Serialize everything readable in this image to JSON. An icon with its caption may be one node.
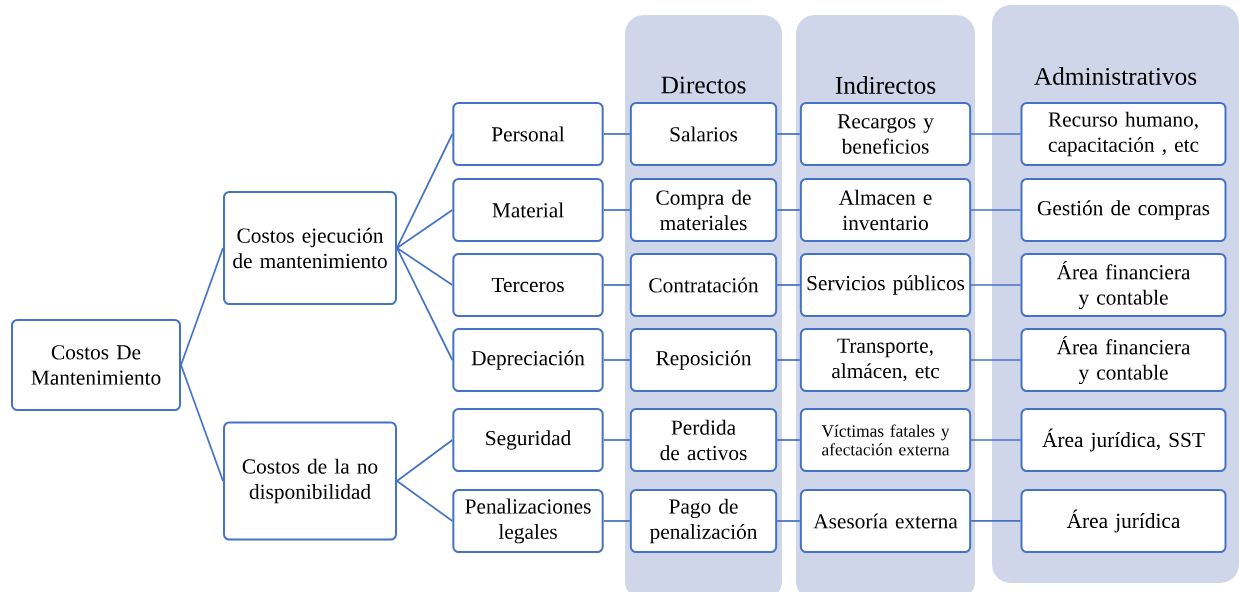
{
  "diagram": {
    "nodes": [
      {
        "text": [
          "Costos De Mantenimiento"
        ]
      },
      {
        "text": [
          "Costos ejecución de mantenimiento"
        ]
      },
      {
        "text": [
          "Costos de la no disponibilidad"
        ]
      },
      {
        "text": [
          "Personal"
        ]
      },
      {
        "text": [
          "Material"
        ]
      },
      {
        "text": [
          "Terceros"
        ]
      },
      {
        "text": [
          "Depreciación"
        ]
      },
      {
        "text": [
          "Seguridad"
        ]
      },
      {
        "text": [
          "Penalizaciones legales"
        ]
      },
      {
        "text": [
          "Directos"
        ]
      },
      {
        "text": [
          "Salarios"
        ],
        "in": 9
      },
      {
        "text": [
          "Compra de materiales"
        ],
        "in": 9
      },
      {
        "text": [
          "Contratación"
        ],
        "in": 9
      },
      {
        "text": [
          "Reposición"
        ],
        "in": 9
      },
      {
        "text": [
          "Perdida de activos"
        ],
        "in": 9
      },
      {
        "text": [
          "Pago de penalización"
        ],
        "in": 9
      },
      {
        "text": [
          "Indirectos"
        ]
      },
      {
        "text": [
          "Recargos y beneficios"
        ],
        "in": 16
      },
      {
        "text": [
          "Almacen e inventario"
        ],
        "in": 16
      },
      {
        "text": [
          "Servicios públicos"
        ],
        "in": 16
      },
      {
        "text": [
          "Transporte, almácen, etc"
        ],
        "in": 16
      },
      {
        "text": [
          "Víctimas fatales y afectación externa"
        ],
        "in": 16
      },
      {
        "text": [
          "Asesoría externa"
        ],
        "in": 16
      },
      {
        "text": [
          "Administrativos"
        ]
      },
      {
        "text": [
          "Recurso humano, capacitación , etc"
        ],
        "in": 23
      },
      {
        "text": [
          "Gestión de compras"
        ],
        "in": 23
      },
      {
        "text": [
          "Área financiera y contable"
        ],
        "in": 23
      },
      {
        "text": [
          "Área financiera y contable"
        ],
        "in": 23
      },
      {
        "text": [
          "Área jurídica, SST"
        ],
        "in": 23
      },
      {
        "text": [
          "Área jurídica"
        ],
        "in": 23
      }
    ],
    "edges": [
      {
        "from": 0,
        "to": 1,
        "arrow": "none"
      },
      {
        "from": 0,
        "to": 2,
        "arrow": "none"
      },
      {
        "from": 1,
        "to": 3,
        "arrow": "none"
      },
      {
        "from": 1,
        "to": 4,
        "arrow": "none"
      },
      {
        "from": 1,
        "to": 5,
        "arrow": "none"
      },
      {
        "from": 1,
        "to": 6,
        "arrow": "none"
      },
      {
        "from": 2,
        "to": 7,
        "arrow": "none"
      },
      {
        "from": 2,
        "to": 8,
        "arrow": "none"
      },
      {
        "from": 3,
        "to": 10,
        "arrow": "none"
      },
      {
        "from": 4,
        "to": 11,
        "arrow": "none"
      },
      {
        "from": 5,
        "to": 12,
        "arrow": "none"
      },
      {
        "from": 6,
        "to": 13,
        "arrow": "none"
      },
      {
        "from": 7,
        "to": 14,
        "arrow": "none"
      },
      {
        "from": 8,
        "to": 15,
        "arrow": "none"
      },
      {
        "from": 10,
        "to": 17,
        "arrow": "none"
      },
      {
        "from": 11,
        "to": 18,
        "arrow": "none"
      },
      {
        "from": 12,
        "to": 19,
        "arrow": "none"
      },
      {
        "from": 13,
        "to": 20,
        "arrow": "none"
      },
      {
        "from": 14,
        "to": 21,
        "arrow": "none"
      },
      {
        "from": 15,
        "to": 22,
        "arrow": "none"
      },
      {
        "from": 17,
        "to": 24,
        "arrow": "none"
      },
      {
        "from": 18,
        "to": 25,
        "arrow": "none"
      },
      {
        "from": 19,
        "to": 26,
        "arrow": "none"
      },
      {
        "from": 20,
        "to": 27,
        "arrow": "none"
      },
      {
        "from": 21,
        "to": 28,
        "arrow": "none"
      },
      {
        "from": 22,
        "to": 29,
        "arrow": "none"
      }
    ]
  }
}
